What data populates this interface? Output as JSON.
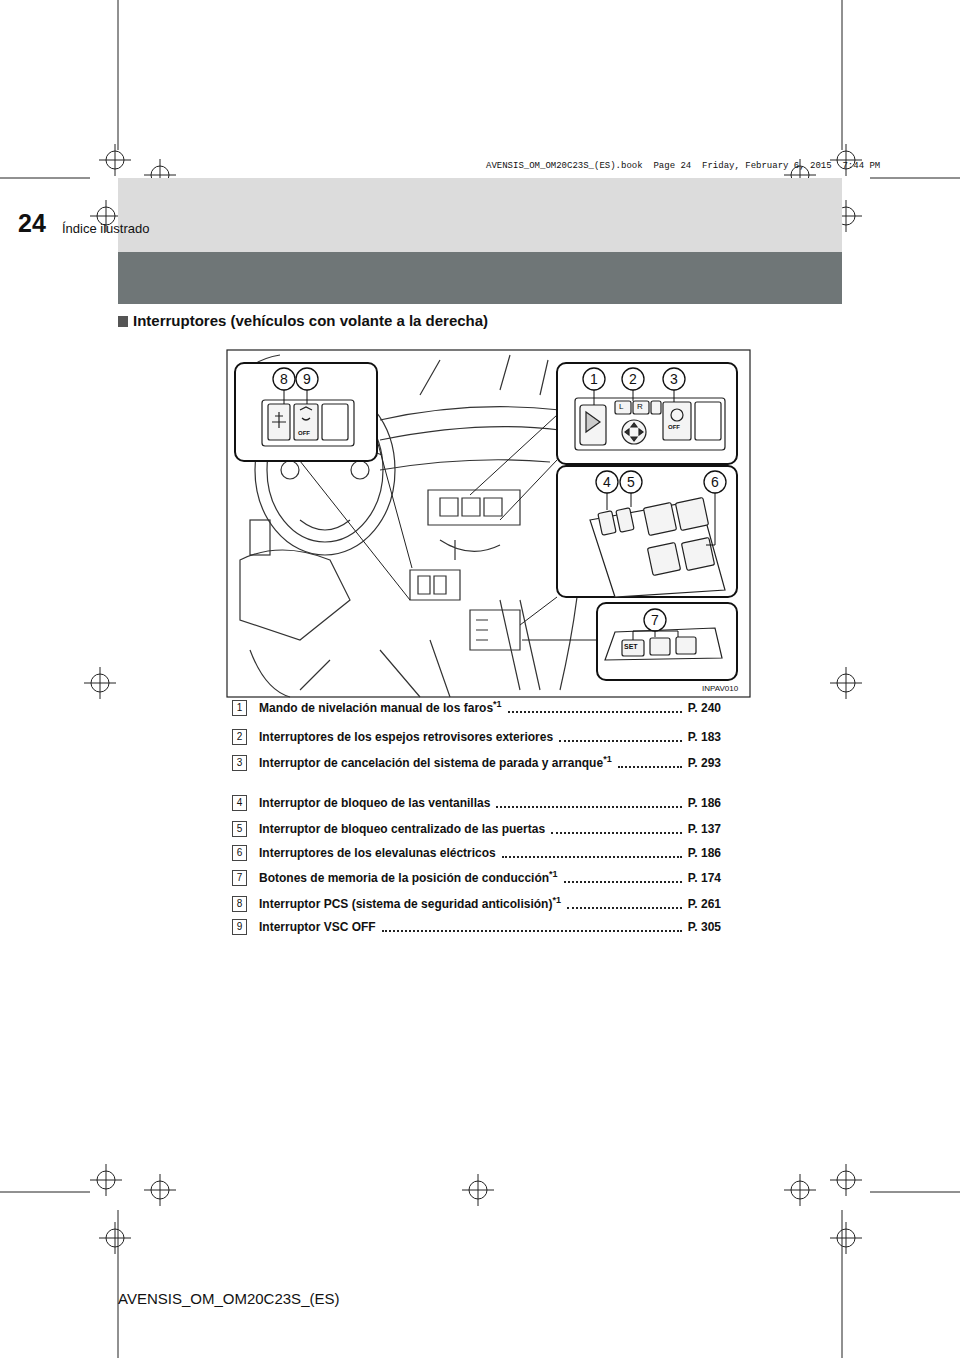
{
  "diagram": {
    "title": "Interruptores (vehículos con volante a la derecha)",
    "labels": [
      "24",
      "Índice ilustrado",
      "AVENSIS_OM_OM20C23S_(ES).book  Page 24  Friday, February 6, 2015  7:44 PM",
      "8",
      "9",
      "1",
      "2",
      "3",
      "4",
      "5",
      "6",
      "7",
      "L",
      "R",
      "OFF",
      "OFF",
      "SET",
      "INPAV010",
      "1",
      "Mando de nivelación manual de los faros",
      "*1",
      "P. 240",
      "2",
      "Interruptores de los espejos retrovisores exteriores",
      "P. 183",
      "3",
      "Interruptor de cancelación del sistema de parada y arranque",
      "*1",
      "P. 293",
      "4",
      "Interruptor de bloqueo de las ventanillas",
      "P. 186",
      "5",
      "Interruptor de bloqueo centralizado de las puertas",
      "P. 137",
      "6",
      "Interruptores de los elevalunas eléctricos",
      "P. 186",
      "7",
      "Botones de memoria de la posición de conducción",
      "*1",
      "P. 174",
      "8",
      "Interruptor PCS (sistema de seguridad anticolisión)",
      "*1",
      "P. 261",
      "9",
      "Interruptor VSC OFF",
      "P. 305",
      "AVENSIS_OM_OM20C23S_(ES)"
    ]
  }
}
